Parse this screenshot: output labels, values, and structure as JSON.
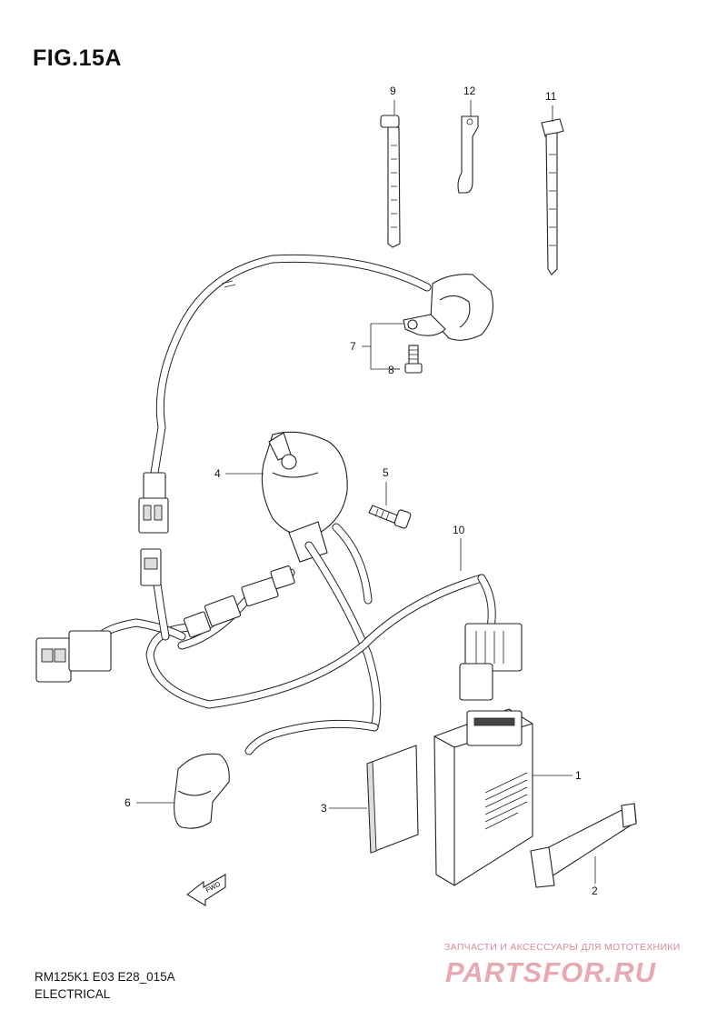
{
  "figure": {
    "title": "FIG.15A"
  },
  "footer": {
    "code": "RM125K1 E03 E28_015A",
    "name": "ELECTRICAL"
  },
  "watermark": {
    "tagline": "ЗАПЧАСТИ И АКСЕССУАРЫ ДЛЯ МОТОТЕХНИКИ",
    "logo": "PARTSFOR.RU"
  },
  "arrow": {
    "label": "FWD"
  },
  "callouts": {
    "p1": "1",
    "p2": "2",
    "p3": "3",
    "p4": "4",
    "p5": "5",
    "p6": "6",
    "p7": "7",
    "p8": "8",
    "p9": "9",
    "p10": "10",
    "p11": "11",
    "p12": "12"
  }
}
